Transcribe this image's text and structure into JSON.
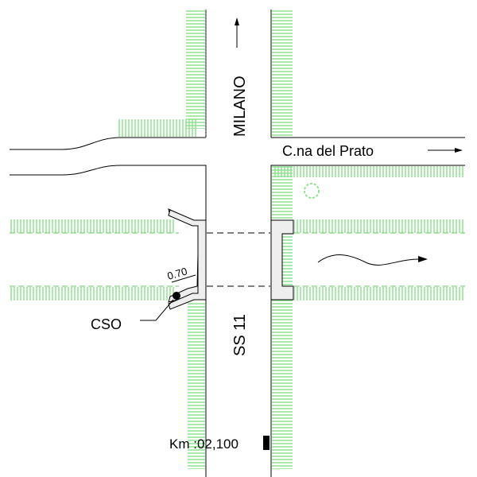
{
  "labels": {
    "north_road": "MILANO",
    "east_road": "C.na del Prato",
    "main_road": "SS 11",
    "structure": "CSO",
    "dimension": "0.70",
    "km_marker": "Km :02,100"
  },
  "colors": {
    "hatch": "#8fe08f",
    "lines": "#000000",
    "structure_fill": "#eeeeee"
  }
}
